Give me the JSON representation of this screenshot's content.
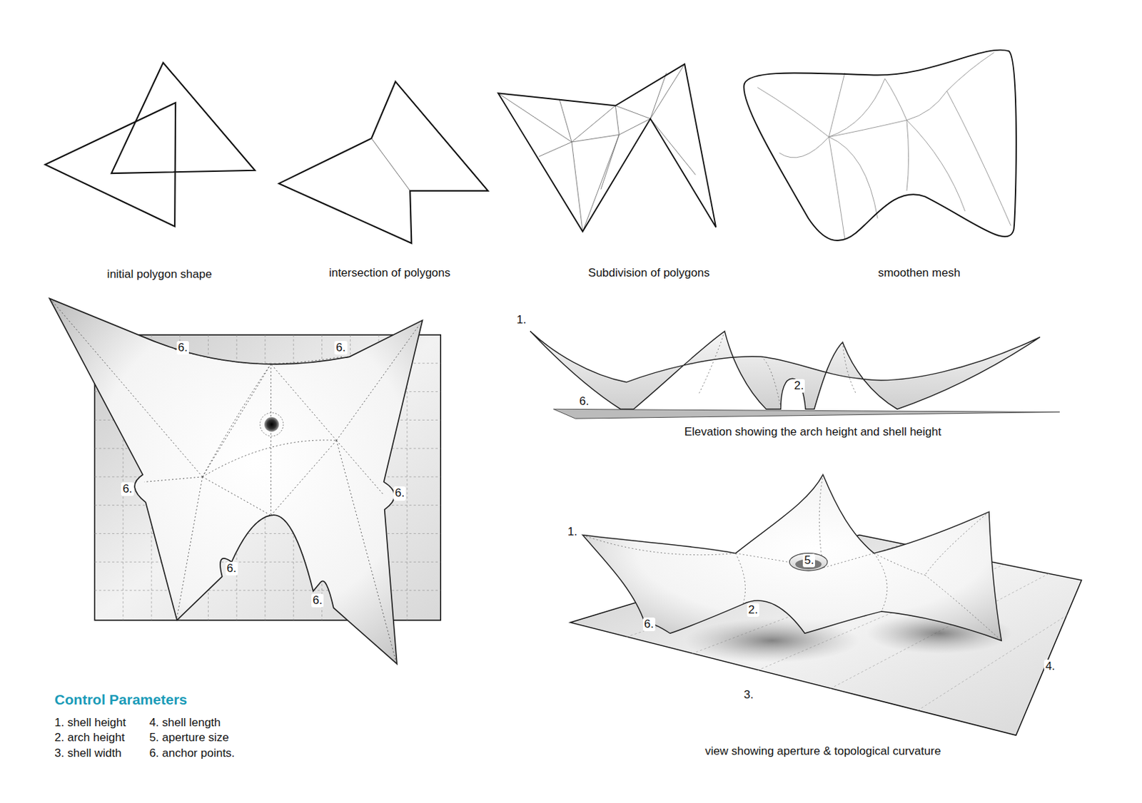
{
  "diagram": {
    "labels": [
      "initial polygon shape",
      "intersection of polygons",
      "Subdivision of polygons",
      "smoothen mesh",
      "6.",
      "6.",
      "6.",
      "6.",
      "6.",
      "6.",
      "1.",
      "6.",
      "2.",
      "Elevation showing the arch height and shell height",
      "1.",
      "5.",
      "2.",
      "6.",
      "3.",
      "4.",
      "view showing aperture & topological curvature",
      "Control Parameters",
      "1. shell height",
      "4. shell length",
      "2. arch height",
      "5. aperture size",
      "3. shell width",
      "6. anchor points."
    ]
  }
}
